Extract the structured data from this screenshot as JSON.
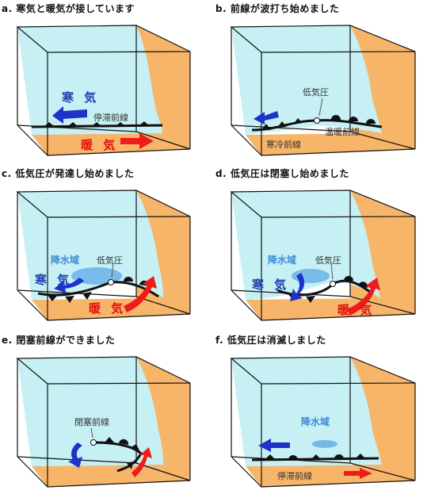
{
  "panels": [
    {
      "caption": "a. 寒気と暖気が接しています",
      "labels": {
        "cold": "寒 気",
        "warm": "暖 気",
        "front": "停滞前線"
      }
    },
    {
      "caption": "b. 前線が波打ち始めました",
      "labels": {
        "low": "低気圧",
        "warm_front": "温暖前線",
        "cold_front": "寒冷前線"
      }
    },
    {
      "caption": "c. 低気圧が発達し始めました",
      "labels": {
        "precip": "降水域",
        "low": "低気圧",
        "cold": "寒 気",
        "warm": "暖 気"
      }
    },
    {
      "caption": "d. 低気圧は閉塞し始めました",
      "labels": {
        "precip": "降水域",
        "low": "低気圧",
        "cold": "寒 気",
        "warm": "暖 気"
      }
    },
    {
      "caption": "e. 閉塞前線ができました",
      "labels": {
        "occluded": "閉塞前線"
      }
    },
    {
      "caption": "f. 低気圧は消滅しました",
      "labels": {
        "precip": "降水域",
        "front": "停滞前線"
      }
    }
  ],
  "colors": {
    "cold_air": "#c6f0f4",
    "warm_air": "#f7b569",
    "cold_arrow": "#1c35c8",
    "warm_arrow": "#ee1c1c",
    "precip": "#6cb2ea",
    "front": "#111111"
  }
}
